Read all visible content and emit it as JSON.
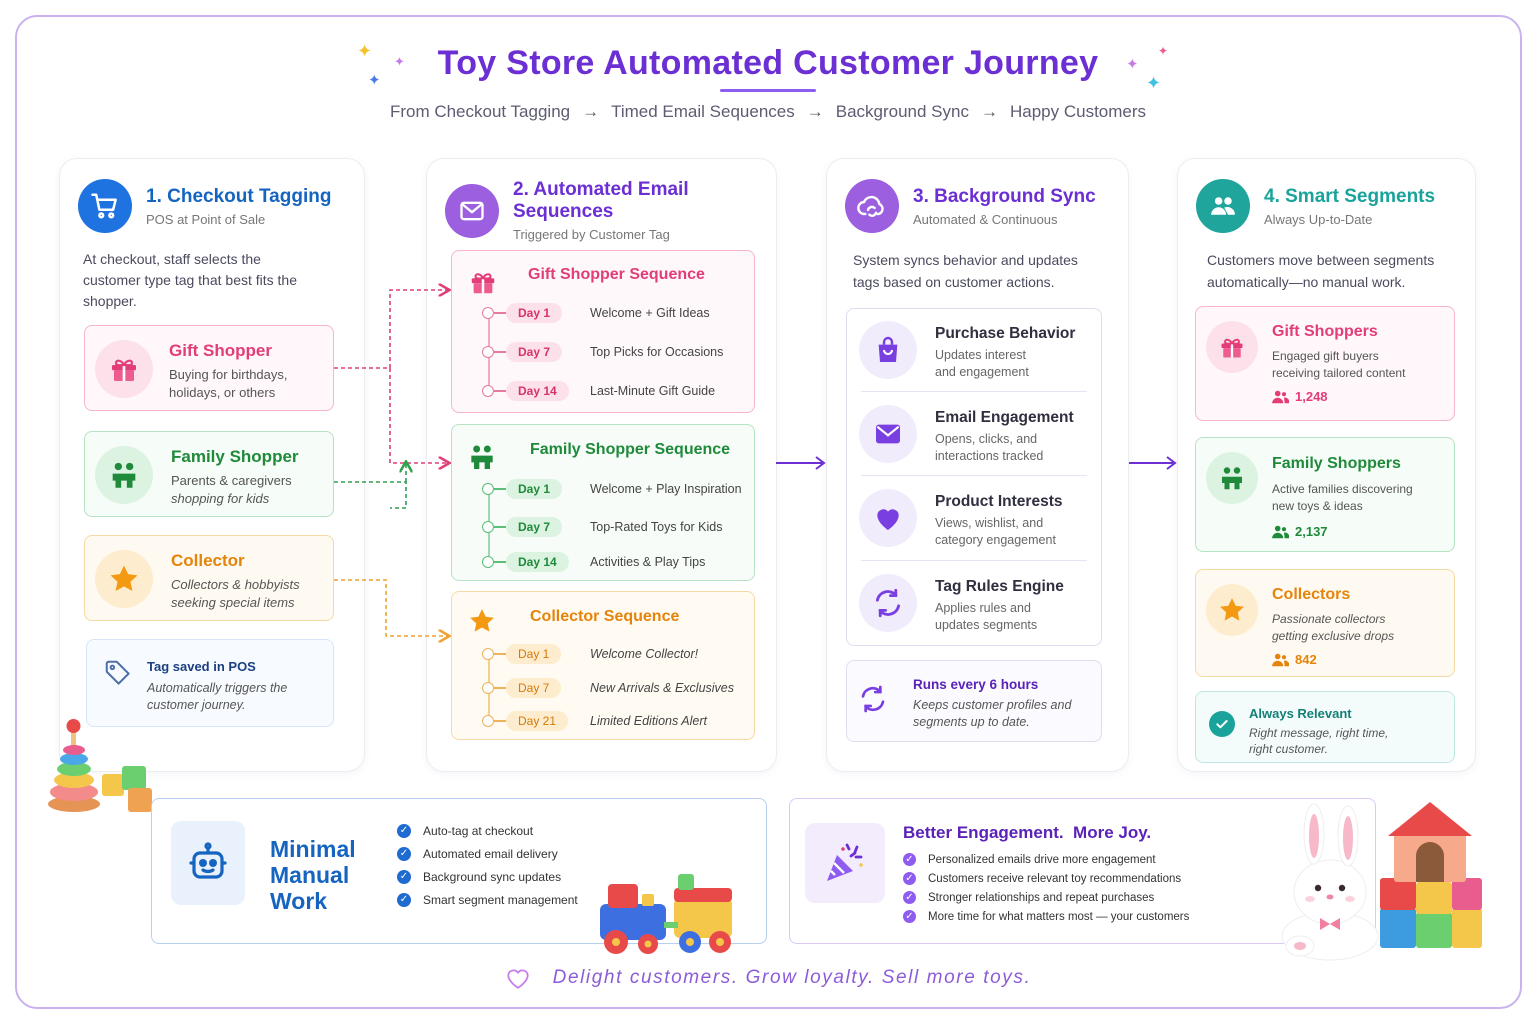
{
  "header": {
    "title": "Toy Store Automated Customer Journey",
    "subtitle_steps": [
      "From Checkout Tagging",
      "Timed Email Sequences",
      "Background Sync",
      "Happy Customers"
    ],
    "arrow": "→"
  },
  "col1": {
    "title": "1. Checkout Tagging",
    "subtitle": "POS at Point of Sale",
    "description": "At checkout, staff selects the customer type tag that best fits the shopper.",
    "cards": [
      {
        "title": "Gift Shopper",
        "line1": "Buying for birthdays,",
        "line2": "holidays, or others"
      },
      {
        "title": "Family Shopper",
        "line1": "Parents & caregivers",
        "line2": "shopping for kids"
      },
      {
        "title": "Collector",
        "line1": "Collectors & hobbyists",
        "line2": "seeking special items"
      }
    ],
    "note": {
      "title": "Tag saved in POS",
      "line1": "Automatically triggers the",
      "line2": "customer journey."
    }
  },
  "col2": {
    "title": "2. Automated Email Sequences",
    "subtitle": "Triggered by Customer Tag",
    "sequences": [
      {
        "title": "Gift Shopper Sequence",
        "steps": [
          {
            "day": "Day 1",
            "text": "Welcome + Gift Ideas"
          },
          {
            "day": "Day 7",
            "text": "Top Picks for Occasions"
          },
          {
            "day": "Day 14",
            "text": "Last-Minute Gift Guide"
          }
        ]
      },
      {
        "title": "Family Shopper Sequence",
        "steps": [
          {
            "day": "Day 1",
            "text": "Welcome + Play Inspiration"
          },
          {
            "day": "Day 7",
            "text": "Top-Rated Toys for Kids"
          },
          {
            "day": "Day 14",
            "text": "Activities & Play Tips"
          }
        ]
      },
      {
        "title": "Collector Sequence",
        "steps": [
          {
            "day": "Day 1",
            "text": "Welcome Collector!"
          },
          {
            "day": "Day 7",
            "text": "New Arrivals & Exclusives"
          },
          {
            "day": "Day 21",
            "text": "Limited Editions Alert"
          }
        ]
      }
    ]
  },
  "col3": {
    "title": "3. Background Sync",
    "subtitle": "Automated & Continuous",
    "description": "System syncs behavior and updates tags based on customer actions.",
    "items": [
      {
        "title": "Purchase Behavior",
        "line1": "Updates interest",
        "line2": "and engagement"
      },
      {
        "title": "Email Engagement",
        "line1": "Opens, clicks, and",
        "line2": "interactions tracked"
      },
      {
        "title": "Product Interests",
        "line1": "Views, wishlist, and",
        "line2": "category engagement"
      },
      {
        "title": "Tag Rules Engine",
        "line1": "Applies rules and",
        "line2": "updates segments"
      }
    ],
    "note": {
      "title": "Runs every 6 hours",
      "line1": "Keeps customer profiles and",
      "line2": "segments up to date."
    }
  },
  "col4": {
    "title": "4. Smart Segments",
    "subtitle": "Always Up-to-Date",
    "description": "Customers move between segments automatically—no manual work.",
    "segments": [
      {
        "title": "Gift Shoppers",
        "line1": "Engaged gift buyers",
        "line2": "receiving tailored content",
        "count": "1,248"
      },
      {
        "title": "Family Shoppers",
        "line1": "Active families discovering",
        "line2": "new toys & ideas",
        "count": "2,137"
      },
      {
        "title": "Collectors",
        "line1": "Passionate collectors",
        "line2": "getting exclusive drops",
        "count": "842"
      }
    ],
    "note": {
      "title": "Always Relevant",
      "line1": "Right message, right time,",
      "line2": "right customer."
    }
  },
  "bottom_left": {
    "title_line1": "Minimal",
    "title_line2": "Manual",
    "title_line3": "Work",
    "checks": [
      "Auto-tag at checkout",
      "Automated email delivery",
      "Background sync updates",
      "Smart segment management"
    ]
  },
  "bottom_right": {
    "title": "Better Engagement.  More Joy.",
    "checks": [
      "Personalized emails drive more engagement",
      "Customers receive relevant toy recommendations",
      "Stronger relationships and repeat purchases",
      "More time for what matters most — your customers"
    ]
  },
  "tagline": "Delight customers. Grow loyalty. Sell more toys.",
  "colors": {
    "purple": "#6b2fd4",
    "blue": "#1565c0",
    "pink": "#e23d78",
    "green": "#1f8a3a",
    "orange": "#e5840b",
    "teal": "#19a39a"
  }
}
